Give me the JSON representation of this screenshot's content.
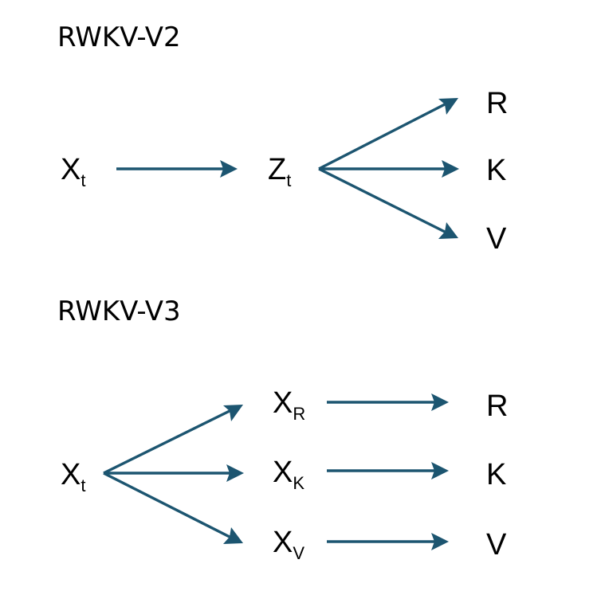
{
  "colors": {
    "arrow": "#1c5570",
    "text": "#000000",
    "background": "#ffffff"
  },
  "v2": {
    "title": "RWKV-V2",
    "input": {
      "base": "X",
      "sub": "t"
    },
    "hidden": {
      "base": "Z",
      "sub": "t"
    },
    "outputs": {
      "r": {
        "label": "R"
      },
      "k": {
        "label": "K"
      },
      "v": {
        "label": "V"
      }
    }
  },
  "v3": {
    "title": "RWKV-V3",
    "input": {
      "base": "X",
      "sub": "t"
    },
    "mixes": {
      "r": {
        "base": "X",
        "sub": "R"
      },
      "k": {
        "base": "X",
        "sub": "K"
      },
      "v": {
        "base": "X",
        "sub": "V"
      }
    },
    "outputs": {
      "r": {
        "label": "R"
      },
      "k": {
        "label": "K"
      },
      "v": {
        "label": "V"
      }
    }
  }
}
